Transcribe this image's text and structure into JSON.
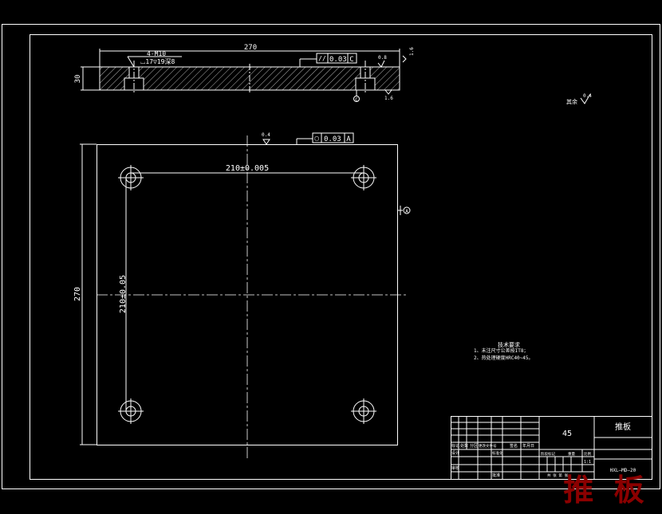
{
  "drawing": {
    "side_view": {
      "width_dim": "270",
      "height_dim": "30",
      "hole_callout_1": "4-M10",
      "hole_callout_2": "⌴17▽19深8",
      "tolerance_frame": "//",
      "tolerance_value": "0.03",
      "datum_ref": "C",
      "datum_label": "C",
      "roughness_1": "0.8",
      "roughness_2": "1.6",
      "roughness_3": "1.6"
    },
    "top_view": {
      "width_dim": "270",
      "hole_spacing_h": "210±0.005",
      "hole_spacing_v": "210±0.05",
      "roughness": "0.4",
      "tolerance_frame": "▢",
      "tolerance_value": "0.03",
      "datum_ref": "A",
      "datum_label": "A"
    },
    "other_roughness_label": "其余",
    "other_roughness_value": "0.4",
    "notes": {
      "title": "技术要求",
      "line_1": "1、未注尺寸公差按IT8；",
      "line_2": "2、热处理硬度HRC40~45。"
    },
    "title_block": {
      "material": "45",
      "part_name": "推板",
      "drawing_no": "HXL—MD—20",
      "row_labels": [
        "标记",
        "处数",
        "分区",
        "更改文件号",
        "签名",
        "年月日"
      ],
      "label_design": "设计",
      "label_std": "标准化",
      "label_check": "审核",
      "label_approve": "批准",
      "stage_label": "阶段标记",
      "weight_label": "重量",
      "scale_label": "比例",
      "scale_value": "1:1",
      "sheet_text": "共 张 第 张"
    },
    "watermark": "推 板"
  }
}
